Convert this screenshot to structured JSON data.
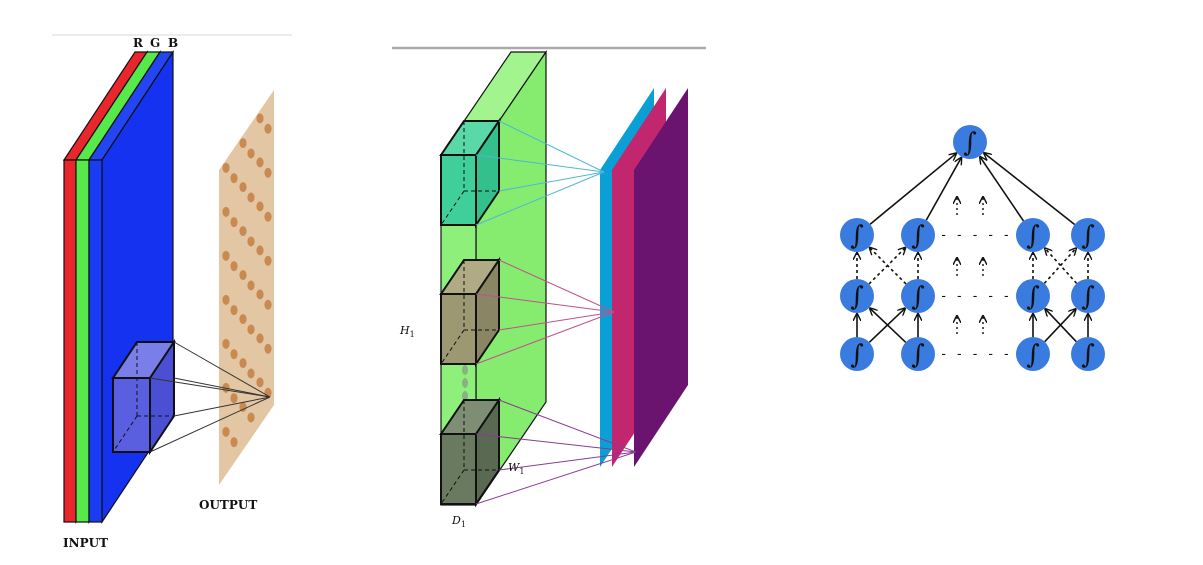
{
  "panel_input_output": {
    "channel_labels": [
      "R",
      "G",
      "B"
    ],
    "input_label": "INPUT",
    "output_label": "OUTPUT",
    "colors": {
      "red": "#e8262b",
      "green": "#57e84a",
      "blue": "#1432f0",
      "cube": "#5a5fe0",
      "output_plane": "#e3c6a4",
      "output_dots": "#c98a52"
    }
  },
  "panel_volume": {
    "height_label": "H",
    "height_sub": "1",
    "width_label": "W",
    "width_sub": "1",
    "depth_label": "D",
    "depth_sub": "1",
    "colors": {
      "volume": "#8ef07a",
      "cube_top": "#3fcf9a",
      "cube_middle": "#9c9872",
      "cube_bottom": "#6a7a60",
      "map_cyan": "#0aa0d6",
      "map_magenta": "#c2266e",
      "map_purple": "#6a1470"
    }
  },
  "panel_network": {
    "node_symbol": "∫",
    "ellipsis": "- - - - -",
    "colors": {
      "node": "#3a7be0"
    }
  }
}
